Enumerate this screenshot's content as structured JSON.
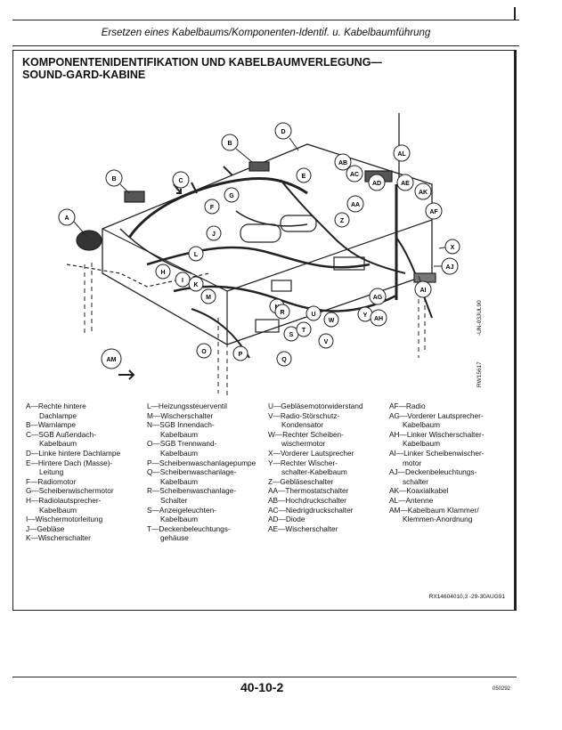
{
  "header": {
    "text": "Ersetzen eines Kabelbaums/Komponenten-Identif. u. Kabelbaumführung"
  },
  "title": {
    "line1": "KOMPONENTENIDENTIFIKATION UND KABELBAUMVERLEGUNG—",
    "line2": "SOUND-GARD-KABINE"
  },
  "diagram": {
    "side_code": "RW15617",
    "side_date": "-UN-03JUL90",
    "callouts": [
      "A",
      "B",
      "C",
      "D",
      "E",
      "F",
      "G",
      "H",
      "I",
      "J",
      "K",
      "L",
      "M",
      "N",
      "O",
      "P",
      "Q",
      "R",
      "S",
      "T",
      "U",
      "V",
      "W",
      "X",
      "Y",
      "Z",
      "AA",
      "AB",
      "AC",
      "AD",
      "AE",
      "AF",
      "AG",
      "AH",
      "AI",
      "AJ",
      "AK",
      "AL",
      "AM"
    ]
  },
  "legend": {
    "col1": [
      {
        "t": "A—Rechte hintere"
      },
      {
        "t": "Dachlampe",
        "c": true
      },
      {
        "t": "B—Warnlampe"
      },
      {
        "t": "C—SGB Außendach-"
      },
      {
        "t": "Kabelbaum",
        "c": true
      },
      {
        "t": "D—Linke hintere Dachlampe"
      },
      {
        "t": "E—Hintere Dach (Masse)-"
      },
      {
        "t": "Leitung",
        "c": true
      },
      {
        "t": "F—Radiomotor"
      },
      {
        "t": "G—Scheibenwischermotor"
      },
      {
        "t": "H—Radiolautsprecher-"
      },
      {
        "t": "Kabelbaum",
        "c": true
      },
      {
        "t": "I—Wischermotorleitung"
      },
      {
        "t": "J—Gebläse"
      },
      {
        "t": "K—Wischerschalter"
      }
    ],
    "col2": [
      {
        "t": "L—Heizungssteuerventil"
      },
      {
        "t": "M—Wischerschalter"
      },
      {
        "t": "N—SGB Innendach-"
      },
      {
        "t": "Kabelbaum",
        "c": true
      },
      {
        "t": "O—SGB Trennwand-"
      },
      {
        "t": "Kabelbaum",
        "c": true
      },
      {
        "t": "P—Scheibenwaschanlagepumpe"
      },
      {
        "t": "Q—Scheibenwaschanlage-"
      },
      {
        "t": "Kabelbaum",
        "c": true
      },
      {
        "t": "R—Scheibenwaschanlage-"
      },
      {
        "t": "Schalter",
        "c": true
      },
      {
        "t": "S—Anzeigeleuchten-"
      },
      {
        "t": "Kabelbaum",
        "c": true
      },
      {
        "t": "T—Deckenbeleuchtungs-"
      },
      {
        "t": "gehäuse",
        "c": true
      }
    ],
    "col3": [
      {
        "t": "U—Gebläsemotorwiderstand"
      },
      {
        "t": "V—Radio-Störschutz-"
      },
      {
        "t": "Kondensator",
        "c": true
      },
      {
        "t": "W—Rechter Scheiben-"
      },
      {
        "t": "wischermotor",
        "c": true
      },
      {
        "t": "X—Vorderer Lautsprecher"
      },
      {
        "t": "Y—Rechter Wischer-"
      },
      {
        "t": "schalter-Kabelbaum",
        "c": true
      },
      {
        "t": "Z—Gebläseschalter"
      },
      {
        "t": "AA—Thermostatschalter"
      },
      {
        "t": "AB—Hochdruckschalter"
      },
      {
        "t": "AC—Niedrigdruckschalter"
      },
      {
        "t": "AD—Diode"
      },
      {
        "t": "AE—Wischerschalter"
      }
    ],
    "col4": [
      {
        "t": "AF—Radio"
      },
      {
        "t": "AG—Vorderer Lautsprecher-"
      },
      {
        "t": "Kabelbaum",
        "c": true
      },
      {
        "t": "AH—Linker Wischerschalter-"
      },
      {
        "t": "Kabelbaum",
        "c": true
      },
      {
        "t": "AI—Linker Scheibenwischer-"
      },
      {
        "t": "motor",
        "c": true
      },
      {
        "t": "AJ—Deckenbeleuchtungs-"
      },
      {
        "t": "schalter",
        "c": true
      },
      {
        "t": "AK—Koaxialkabel"
      },
      {
        "t": "AL—Antenne"
      },
      {
        "t": "AM—Kabelbaum Klammer/"
      },
      {
        "t": "Klemmen-Anordnung",
        "c": true
      }
    ]
  },
  "ref_code": "RX14604010,3   -29-30AUG91",
  "footer": {
    "page": "40-10-2",
    "code": "050292"
  }
}
